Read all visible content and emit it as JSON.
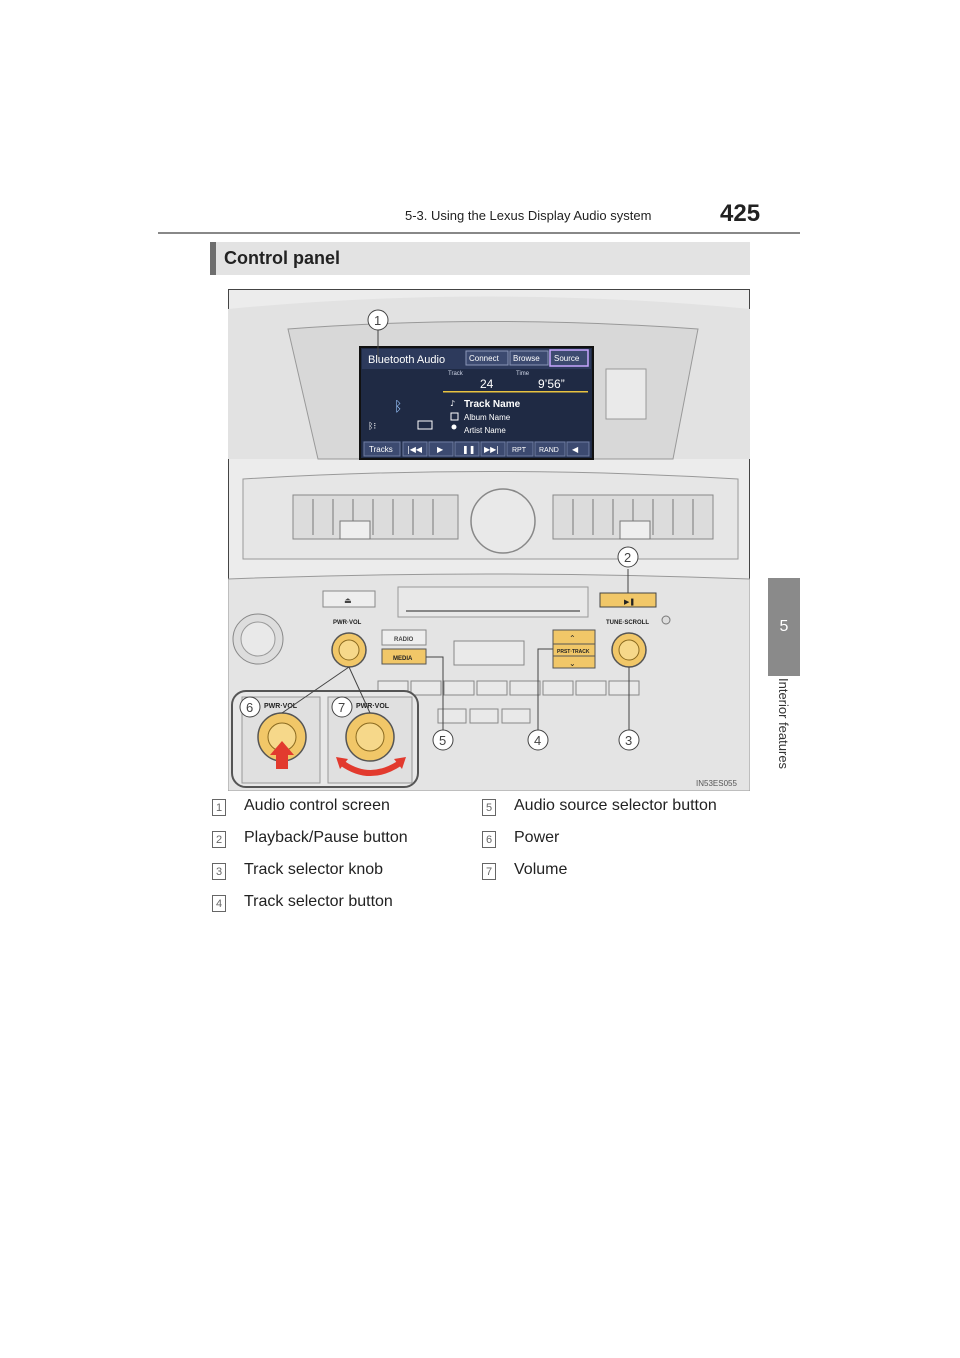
{
  "header": {
    "title": "5-3. Using the Lexus Display Audio system",
    "page_number": "425"
  },
  "side_tab": {
    "chapter_number": "5",
    "chapter_label": "Interior features"
  },
  "section": {
    "title": "Control panel"
  },
  "illustration": {
    "code": "IN53ES055",
    "screen": {
      "source_title": "Bluetooth Audio",
      "tabs": [
        "Connect",
        "Browse",
        "Source"
      ],
      "track_label": "Track",
      "time_label": "Time",
      "track_value": "24",
      "time_value": "9’56”",
      "track_name": "Track Name",
      "album_name": "Album Name",
      "artist_name": "Artist Name",
      "bottom_buttons": [
        "Tracks",
        "RPT",
        "RAND"
      ]
    },
    "panel_labels": {
      "pwr_vol": "PWR·VOL",
      "tune_scroll": "TUNE·SCROLL",
      "radio": "RADIO",
      "media": "MEDIA",
      "prst_track": "PRST·TRACK",
      "inset_left": "PWR·VOL",
      "inset_right": "PWR·VOL"
    },
    "callouts": [
      "1",
      "2",
      "3",
      "4",
      "5",
      "6",
      "7"
    ]
  },
  "legend": [
    {
      "num": "1",
      "label": "Audio control screen"
    },
    {
      "num": "2",
      "label": "Playback/Pause button"
    },
    {
      "num": "3",
      "label": "Track selector knob"
    },
    {
      "num": "4",
      "label": "Track selector button"
    },
    {
      "num": "5",
      "label": "Audio source selector button"
    },
    {
      "num": "6",
      "label": "Power"
    },
    {
      "num": "7",
      "label": "Volume"
    }
  ],
  "colors": {
    "accent_gold": "#f1c768",
    "section_bar": "#e3e3e3",
    "side_tab": "#8a8a8a",
    "screen_bg": "#1f2a44"
  }
}
